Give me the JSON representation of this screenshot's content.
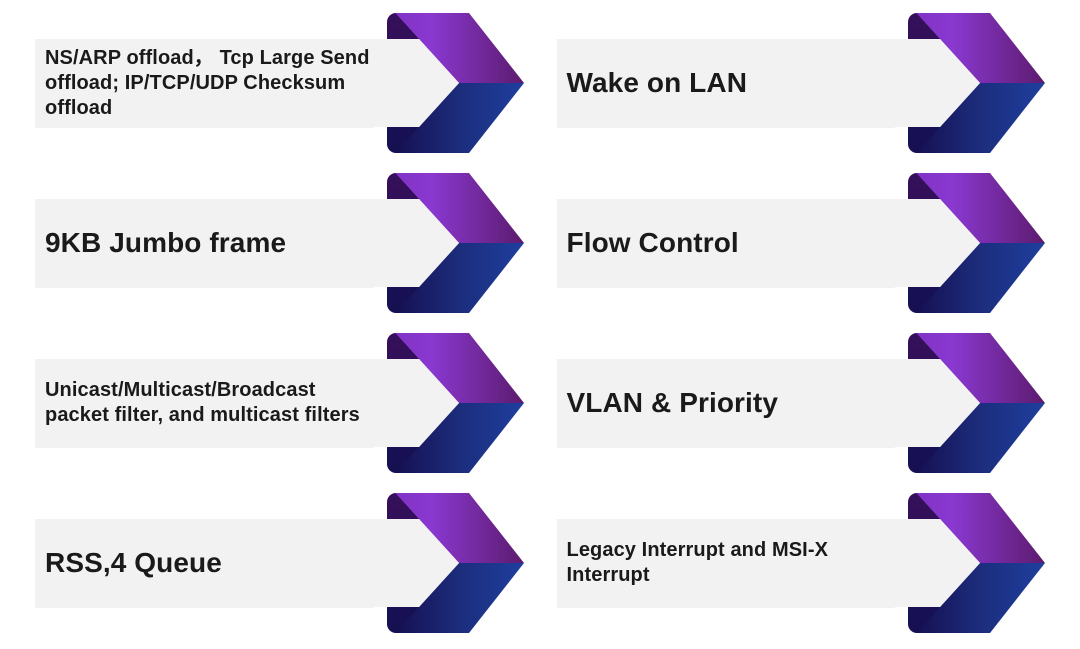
{
  "slide": {
    "description": "NIC feature list slide with chevron ribbon arrows",
    "layout": "2 columns x 4 rows"
  },
  "features": [
    {
      "label": "NS/ARP offload， Tcp Large Send offload; IP/TCP/UDP Checksum offload"
    },
    {
      "label": "Wake on LAN"
    },
    {
      "label": "9KB Jumbo frame"
    },
    {
      "label": "Flow Control"
    },
    {
      "label": "Unicast/Multicast/Broadcast packet filter, and multicast filters"
    },
    {
      "label": "VLAN & Priority"
    },
    {
      "label": "RSS,4 Queue"
    },
    {
      "label": "Legacy Interrupt and MSI-X Interrupt"
    }
  ],
  "colors": {
    "background": "#ffffff",
    "bar_bg": "#f2f2f2",
    "text": "#1a1a1a",
    "purple_bright": "#8133c6",
    "purple_mid": "#8a38d0",
    "purple_dark": "#5c1b6d",
    "strip_purple": "#36105c",
    "strip_purple_low": "#2b0d53",
    "navy_dark": "#161053",
    "blue_mid": "#1c2d7c",
    "blue_bright": "#1e3f9e"
  }
}
